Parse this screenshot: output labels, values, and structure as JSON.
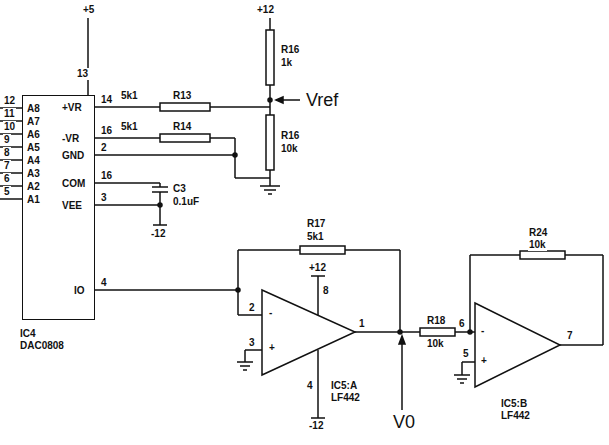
{
  "diagram": {
    "nodes": [
      {
        "text": [
          "A8",
          "A7",
          "A6",
          "A5",
          "A4",
          "A3",
          "A2",
          "A1",
          "+VR",
          "-VR",
          "GND",
          "COM",
          "VEE",
          "IO",
          "IC4",
          "DAC0808"
        ]
      }
    ],
    "labels": [
      "+5",
      "13",
      "12",
      "11",
      "10",
      "9",
      "8",
      "7",
      "6",
      "5",
      "14",
      "16",
      "2",
      "16",
      "3",
      "4",
      "5k1",
      "R13",
      "5k1",
      "R14",
      "+12",
      "R16",
      "1k",
      "Vref",
      "R16",
      "10k",
      "C3",
      "0.1uF",
      "-12",
      "R17",
      "5k1",
      "+12",
      "8",
      "2",
      "3",
      "1",
      "4",
      "-12",
      "-",
      "+",
      "IC5:A",
      "LF442",
      "V0",
      "R18",
      "10k",
      "6",
      "5",
      "7",
      "-",
      "+",
      "R24",
      "10k",
      "IC5:B",
      "LF442"
    ]
  }
}
